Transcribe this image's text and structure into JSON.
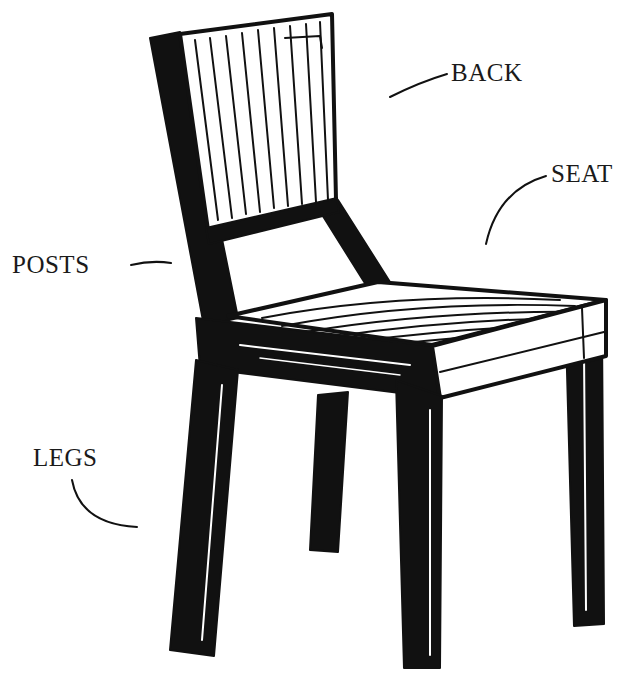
{
  "diagram": {
    "labels": [
      "BACK",
      "SEAT",
      "POSTS",
      "LEGS"
    ]
  }
}
